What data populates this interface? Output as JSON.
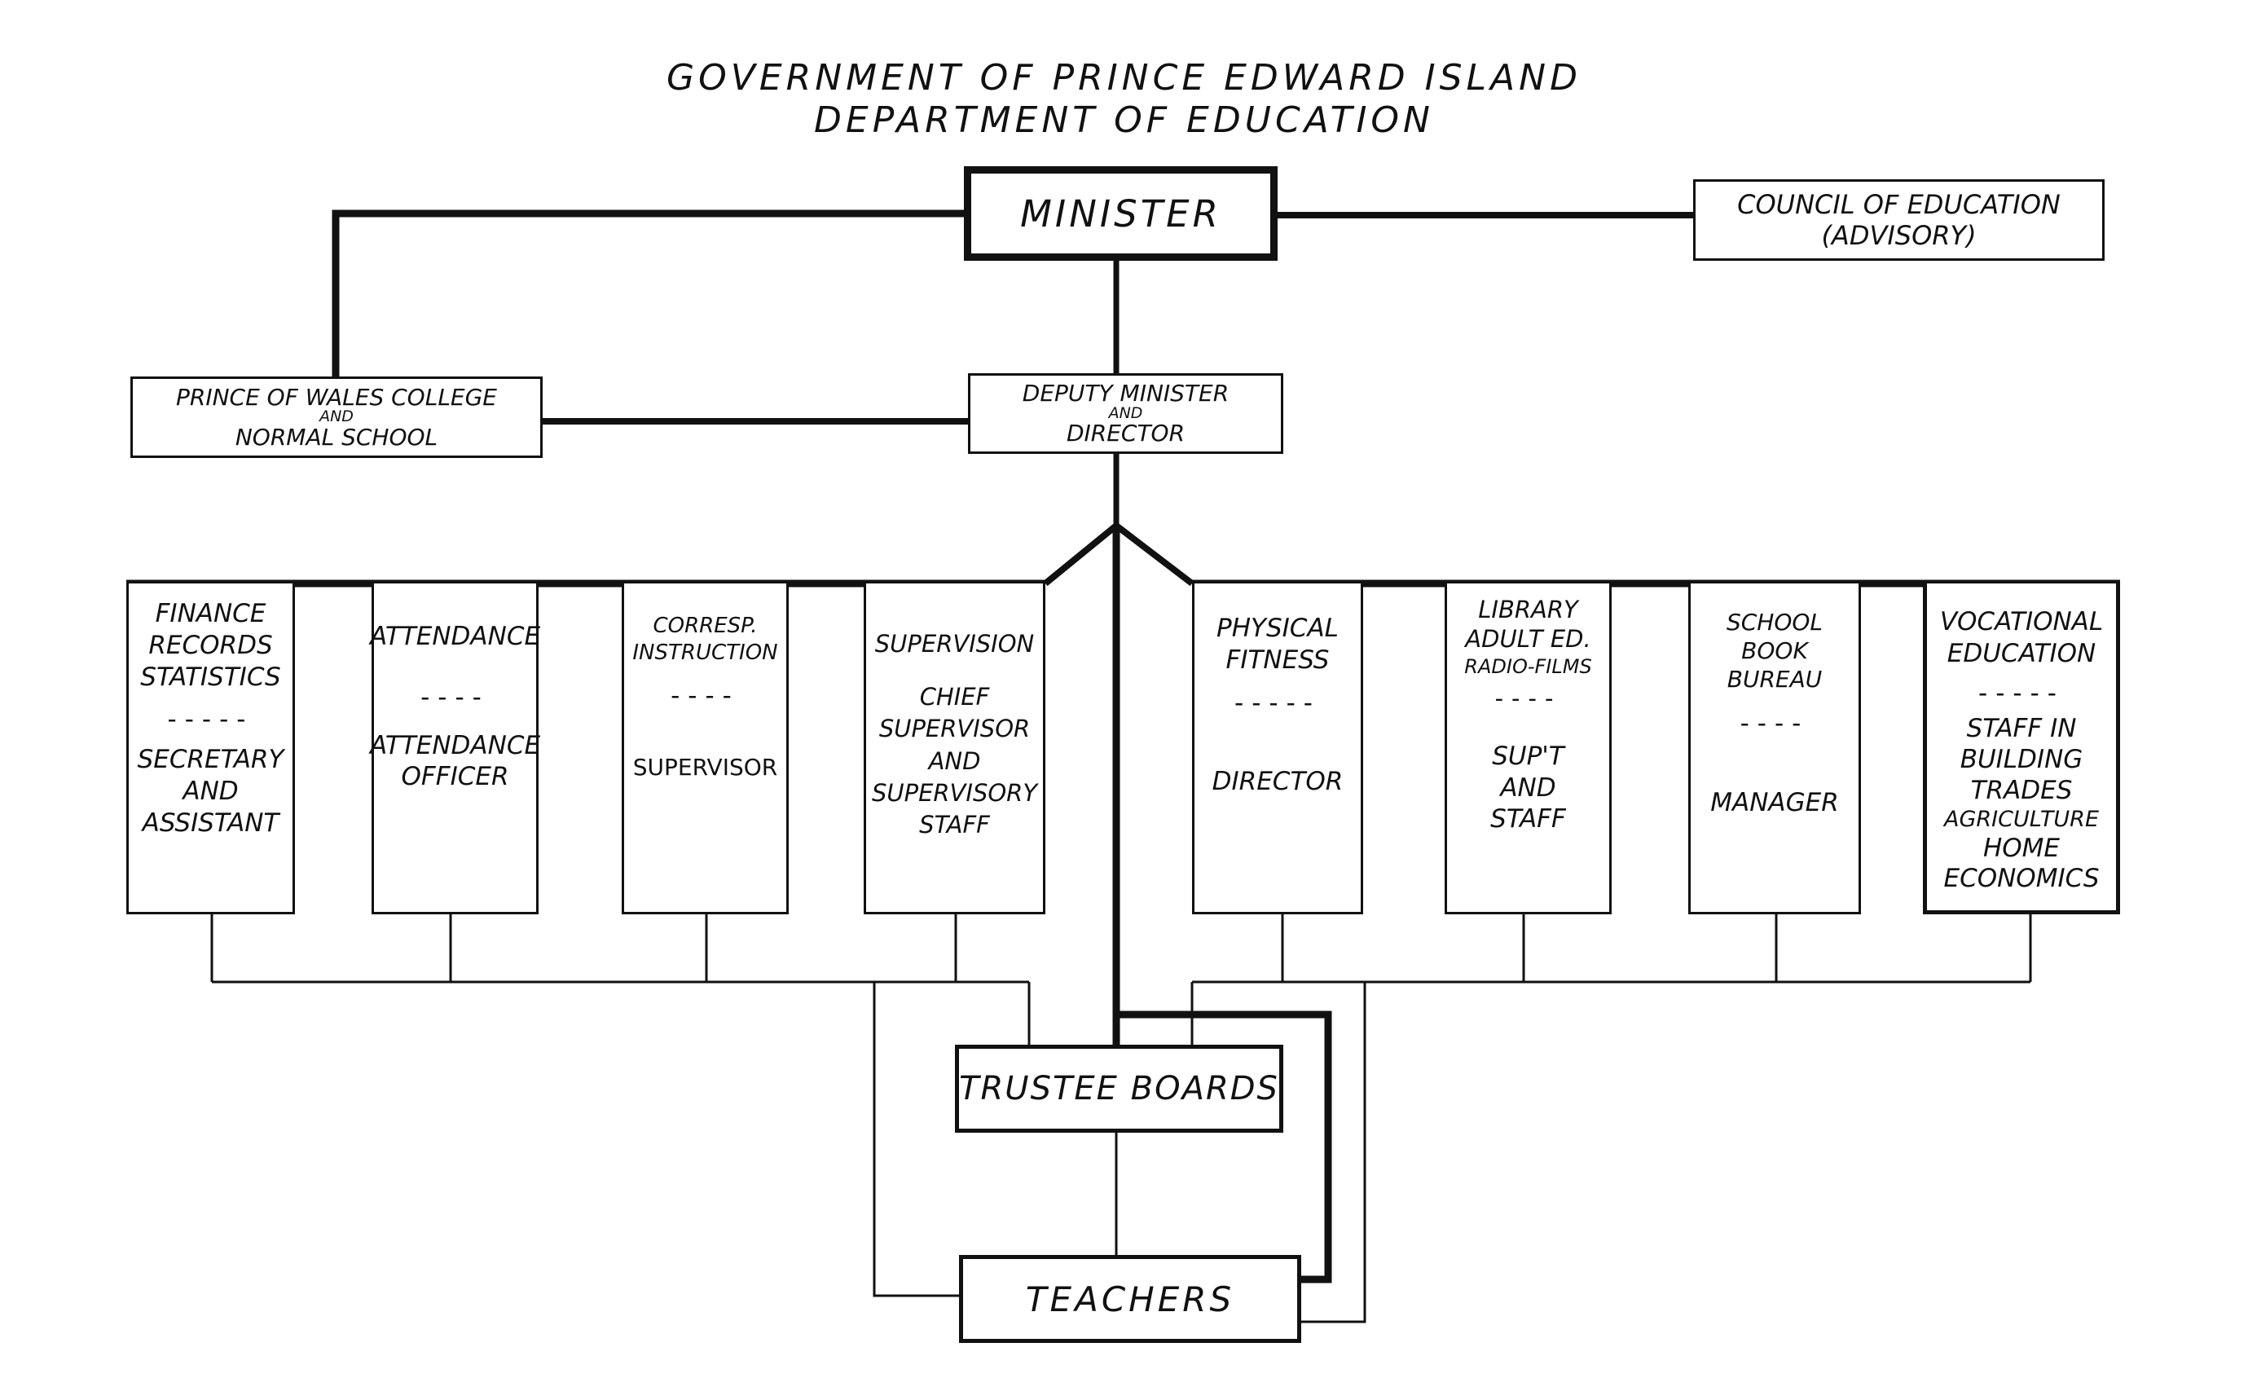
{
  "title_line1": "Government of Prince Edward Island",
  "title_line2": "Department of Education",
  "minister": "Minister",
  "council_line1": "Council of Education",
  "council_line2": "(Advisory)",
  "college_line1": "Prince of Wales College",
  "college_and": "and",
  "college_line2": "Normal School",
  "deputy_line1": "Deputy Minister",
  "deputy_and": "and",
  "deputy_line2": "Director",
  "trustee": "Trustee Boards",
  "teachers": "Teachers",
  "divisions": [
    {
      "head": [
        "Finance",
        "Records",
        "Statistics"
      ],
      "dash": "-----",
      "body": [
        "Secretary",
        "and",
        "Assistant"
      ]
    },
    {
      "head": [
        "Attendance"
      ],
      "dash": "----",
      "body": [
        "Attendance",
        "Officer"
      ]
    },
    {
      "head": [
        "Corresp.",
        "Instruction"
      ],
      "dash": "----",
      "body": [
        "Supervisor"
      ]
    },
    {
      "head": [
        "Supervision"
      ],
      "dash": "",
      "body": [
        "Chief",
        "Supervisor",
        "and",
        "Supervisory",
        "Staff"
      ]
    },
    {
      "head": [
        "Physical",
        "Fitness"
      ],
      "dash": "-----",
      "body": [
        "Director"
      ]
    },
    {
      "head": [
        "Library",
        "Adult Ed.",
        "Radio-Films"
      ],
      "dash": "----",
      "body": [
        "Sup't",
        "and",
        "Staff"
      ]
    },
    {
      "head": [
        "School Book",
        "Bureau"
      ],
      "dash": "----",
      "body": [
        "Manager"
      ]
    },
    {
      "head": [
        "Vocational",
        "Education"
      ],
      "dash": "-----",
      "body": [
        "Staff in",
        "Building",
        "Trades",
        "Agriculture",
        "Home",
        "Economics"
      ]
    }
  ]
}
